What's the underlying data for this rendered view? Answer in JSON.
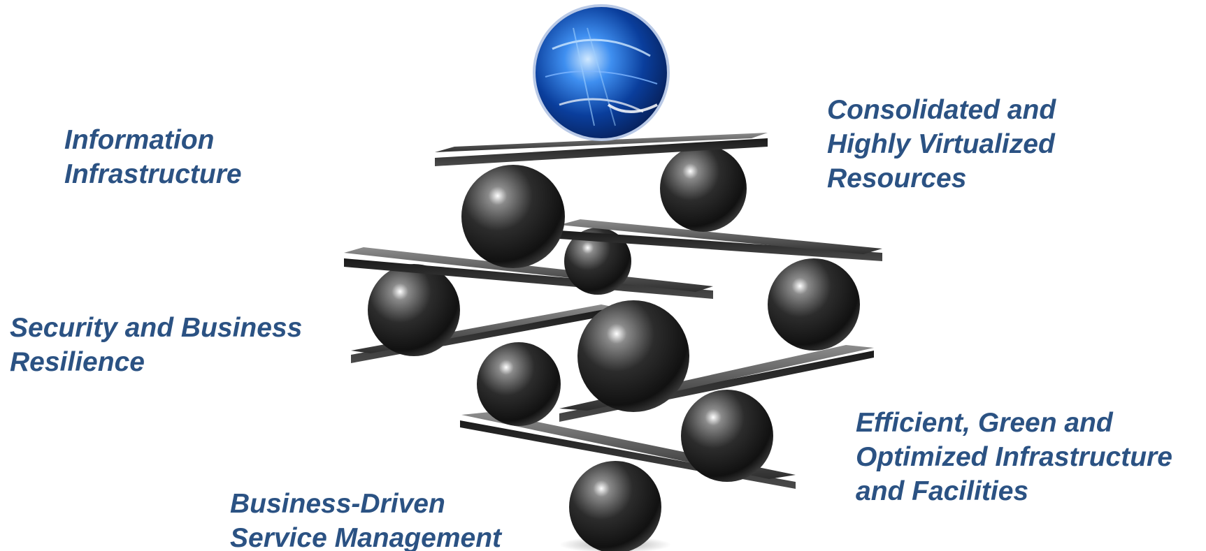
{
  "diagram": {
    "labels": {
      "information_infrastructure": [
        "Information",
        "Infrastructure"
      ],
      "consolidated_resources": [
        "Consolidated and",
        "Highly Virtualized",
        "Resources"
      ],
      "security_resilience": [
        "Security and Business",
        "Resilience"
      ],
      "efficient_green": [
        "Efficient, Green and",
        "Optimized Infrastructure",
        "and Facilities"
      ],
      "business_driven": [
        "Business-Driven",
        "Service Management"
      ]
    },
    "colors": {
      "label_text": "#2b5283",
      "plank": "#2a2a2a",
      "sphere": "#1c1c1c",
      "globe_accent": "#1f6fd6"
    },
    "icons": {
      "top": "globe-network-icon",
      "structure": "balanced-planks-and-spheres-icon"
    }
  }
}
